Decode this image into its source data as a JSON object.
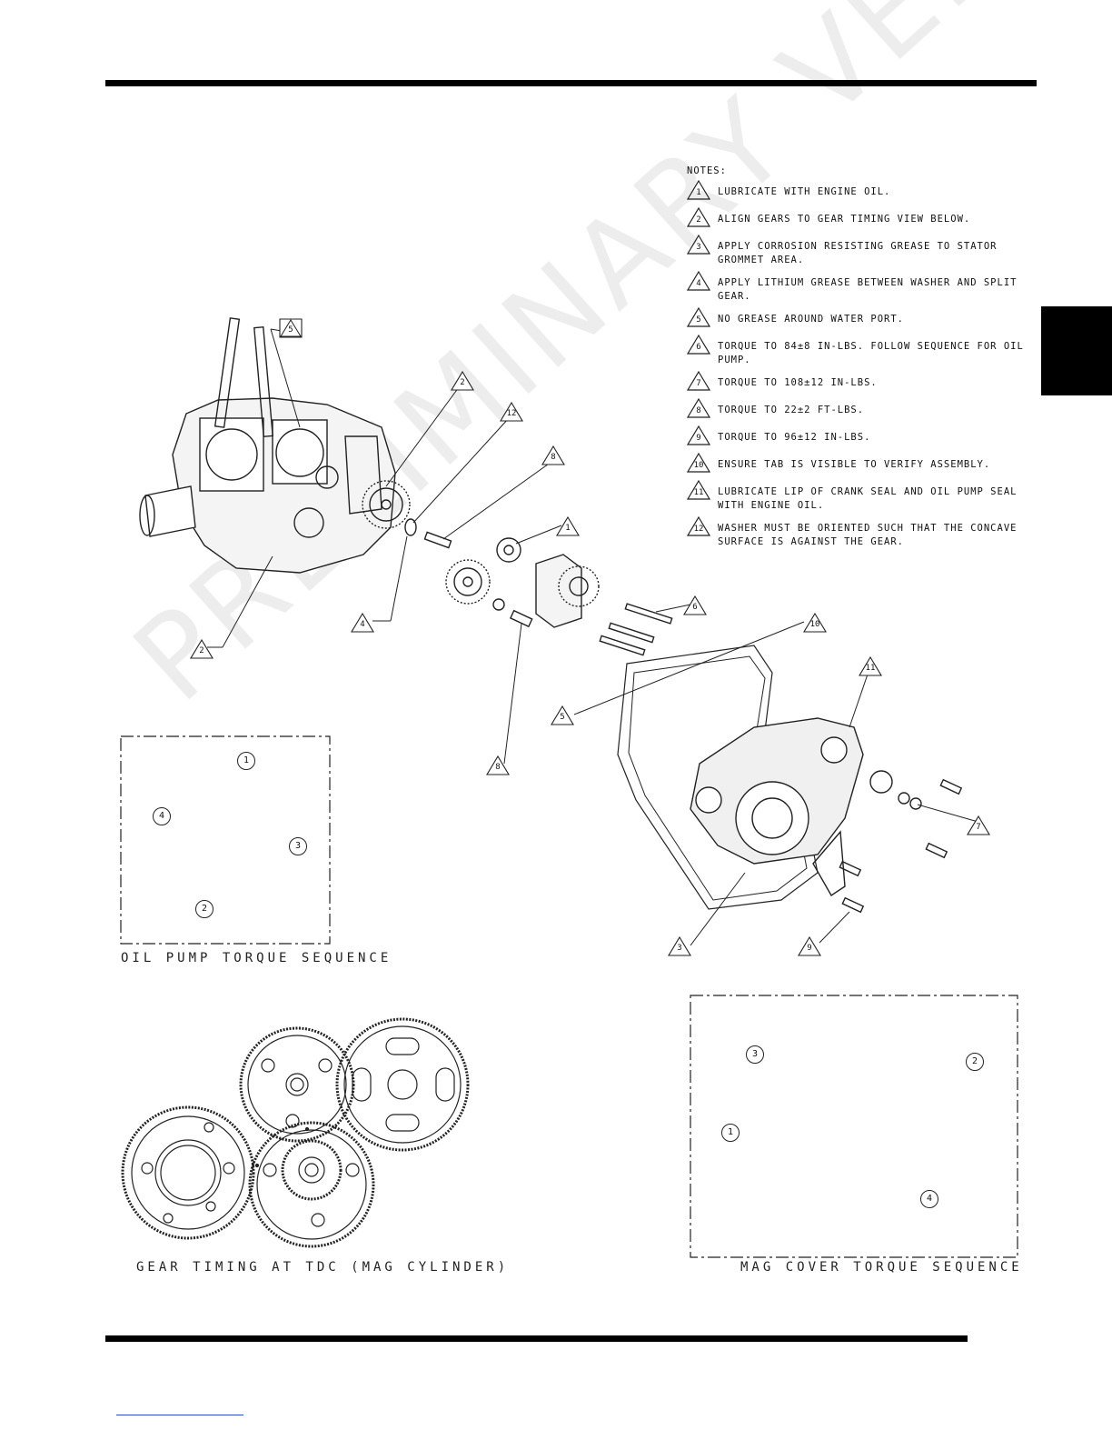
{
  "notes": {
    "title": "NOTES:",
    "items": [
      {
        "num": "1",
        "text": "LUBRICATE WITH ENGINE OIL."
      },
      {
        "num": "2",
        "text": "ALIGN GEARS TO GEAR TIMING VIEW BELOW."
      },
      {
        "num": "3",
        "text": "APPLY CORROSION RESISTING GREASE TO STATOR GROMMET AREA."
      },
      {
        "num": "4",
        "text": "APPLY LITHIUM GREASE BETWEEN WASHER AND SPLIT GEAR."
      },
      {
        "num": "5",
        "text": "NO GREASE AROUND WATER PORT."
      },
      {
        "num": "6",
        "text": "TORQUE TO 84±8 IN-LBS.  FOLLOW SEQUENCE FOR OIL PUMP."
      },
      {
        "num": "7",
        "text": "TORQUE TO 108±12 IN-LBS."
      },
      {
        "num": "8",
        "text": "TORQUE TO 22±2 FT-LBS."
      },
      {
        "num": "9",
        "text": "TORQUE TO 96±12 IN-LBS."
      },
      {
        "num": "10",
        "text": "ENSURE TAB IS VISIBLE TO VERIFY ASSEMBLY."
      },
      {
        "num": "11",
        "text": "LUBRICATE LIP OF CRANK SEAL AND OIL PUMP SEAL WITH ENGINE OIL."
      },
      {
        "num": "12",
        "text": "WASHER MUST BE ORIENTED SUCH THAT THE CONCAVE SURFACE IS AGAINST THE GEAR."
      }
    ]
  },
  "callouts": {
    "c5a": "5",
    "c2a": "2",
    "c12": "12",
    "c8a": "8",
    "c1": "1",
    "c6": "6",
    "c10": "10",
    "c4": "4",
    "c2b": "2",
    "c5b": "5",
    "c8b": "8",
    "c11": "11",
    "c7": "7",
    "c3": "3",
    "c9": "9"
  },
  "oil_pump_sequence": {
    "caption": "OIL PUMP TORQUE SEQUENCE",
    "n1": "1",
    "n2": "2",
    "n3": "3",
    "n4": "4"
  },
  "mag_cover_sequence": {
    "caption": "MAG COVER TORQUE SEQUENCE",
    "n1": "1",
    "n2": "2",
    "n3": "3",
    "n4": "4"
  },
  "gear_timing": {
    "caption": "GEAR TIMING AT TDC (MAG CYLINDER)"
  },
  "watermark": "PRELIMINARY VERSION"
}
